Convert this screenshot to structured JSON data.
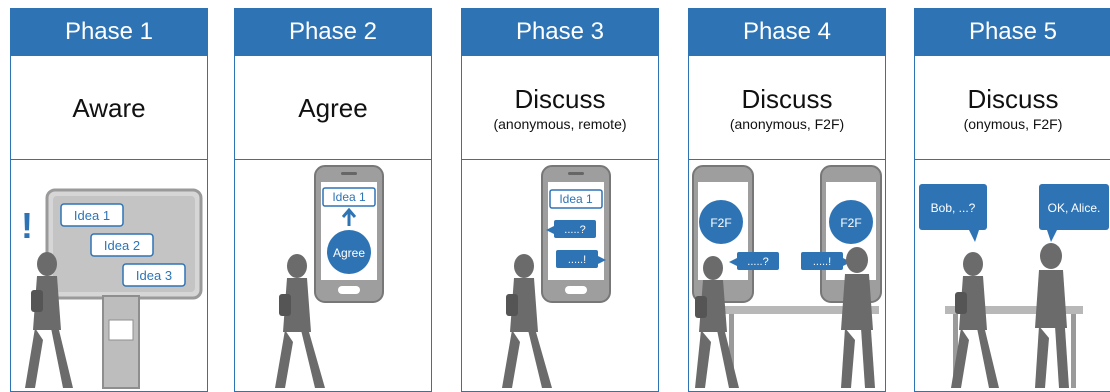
{
  "phases": [
    {
      "header": "Phase 1",
      "title": "Aware",
      "subtitle": ""
    },
    {
      "header": "Phase 2",
      "title": "Agree",
      "subtitle": ""
    },
    {
      "header": "Phase 3",
      "title": "Discuss",
      "subtitle": "(anonymous, remote)"
    },
    {
      "header": "Phase 4",
      "title": "Discuss",
      "subtitle": "(anonymous, F2F)"
    },
    {
      "header": "Phase 5",
      "title": "Discuss",
      "subtitle": "(onymous, F2F)"
    }
  ],
  "scene1": {
    "ideas": [
      "Idea 1",
      "Idea 2",
      "Idea 3"
    ],
    "alert": "!"
  },
  "scene2": {
    "idea": "Idea 1",
    "button": "Agree"
  },
  "scene3": {
    "idea": "Idea 1",
    "msg1": ".....?",
    "msg2": ".....!"
  },
  "scene4": {
    "badge_left": "F2F",
    "badge_right": "F2F",
    "msg1": ".....?",
    "msg2": ".....!"
  },
  "scene5": {
    "bubble_left": "Bob, ...?",
    "bubble_right": "OK, Alice."
  },
  "colors": {
    "accent": "#2e74b5",
    "figure": "#6b6b6b",
    "board": "#c9c9c9"
  }
}
